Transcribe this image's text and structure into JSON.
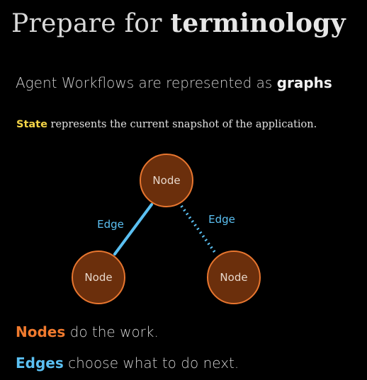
{
  "title": {
    "prefix": "Prepare for ",
    "emphasis": "terminology"
  },
  "subtitle": {
    "prefix": "Agent Workflows are represented as ",
    "emphasis": "graphs"
  },
  "state_line": {
    "keyword": "State",
    "rest": " represents the current snapshot of the application."
  },
  "graph": {
    "node_top_label": "Node",
    "node_left_label": "Node",
    "node_right_label": "Node",
    "edge_left_label": "Edge",
    "edge_right_label": "Edge"
  },
  "legend": {
    "nodes_keyword": "Nodes",
    "nodes_rest": " do the work.",
    "edges_keyword": "Edges",
    "edges_rest": " choose what to do next."
  },
  "colors": {
    "background": "#000000",
    "node_fill": "#6b2f0c",
    "node_stroke": "#e8762f",
    "edge": "#5bc0f2",
    "state_highlight": "#f5d547",
    "nodes_highlight": "#f07a2e",
    "edges_highlight": "#5bc0f2"
  }
}
